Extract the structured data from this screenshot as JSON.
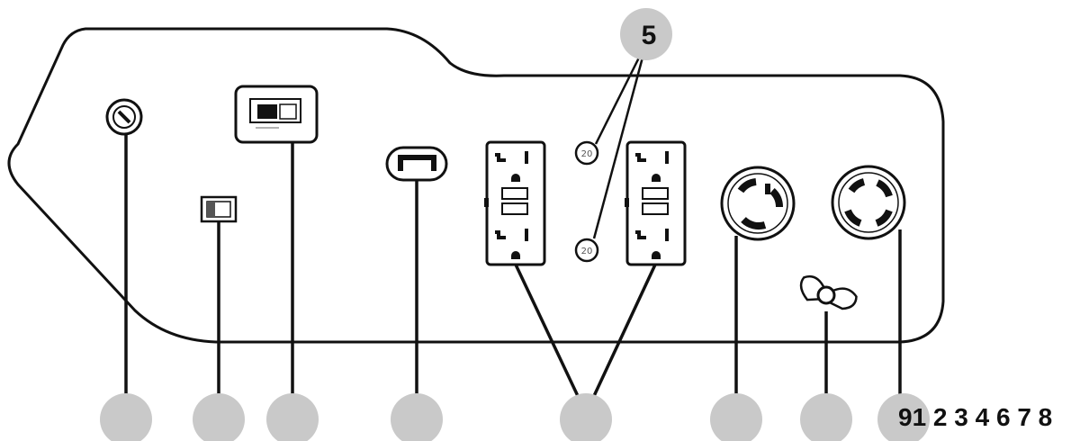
{
  "callout_top": "5",
  "breaker_label_top": "20",
  "breaker_label_bottom": "20",
  "footer_numbers": "91 2 3 4 6 7 8",
  "colors": {
    "outline": "#111111",
    "callout_circle": "#c9c9c9",
    "background": "#ffffff"
  },
  "icons": {
    "key_switch": "key-switch-icon",
    "rocker_switch": "rocker-switch-icon",
    "small_switch": "toggle-switch-icon",
    "dc_outlet": "dc-outlet-icon",
    "gfci_outlet": "gfci-outlet-icon",
    "twist_lock_30": "twist-lock-receptacle-icon",
    "twist_lock_50": "twist-lock-receptacle-icon",
    "ground_lug": "ground-lug-icon",
    "breaker": "circuit-breaker-icon"
  }
}
